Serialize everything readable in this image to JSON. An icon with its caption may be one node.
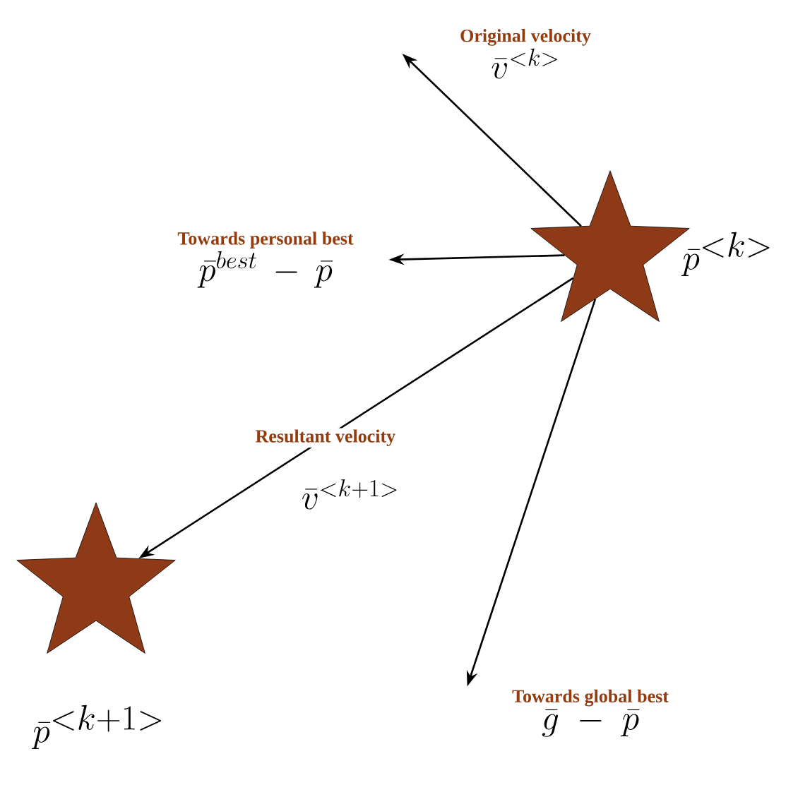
{
  "diagram": {
    "nodes": [
      {
        "text": [],
        "shape": "star",
        "beside": [
          "\\bar{p}^{<k>}"
        ]
      },
      {
        "text": [
          "Original velocity",
          "\\bar{v}^{<k>}"
        ]
      },
      {
        "text": [
          "Towards personal best",
          "\\bar{p}^{best}-\\bar{p}"
        ]
      },
      {
        "text": [],
        "shape": "star",
        "beside": [
          "\\bar{p}^{<k+1>}"
        ]
      },
      {
        "text": [
          "Towards global best",
          "\\bar{g}-\\bar{p}"
        ]
      }
    ],
    "edges": [
      {
        "from": 0,
        "to": 1,
        "arrow": "to"
      },
      {
        "from": 0,
        "to": 2,
        "arrow": "to"
      },
      {
        "from": 0,
        "to": 3,
        "arrow": "to",
        "label": "Resultant velocity"
      },
      {
        "from": 0,
        "to": 4,
        "arrow": "to"
      }
    ],
    "labels": [
      "\\bar{v}^{<k+1>}"
    ]
  }
}
